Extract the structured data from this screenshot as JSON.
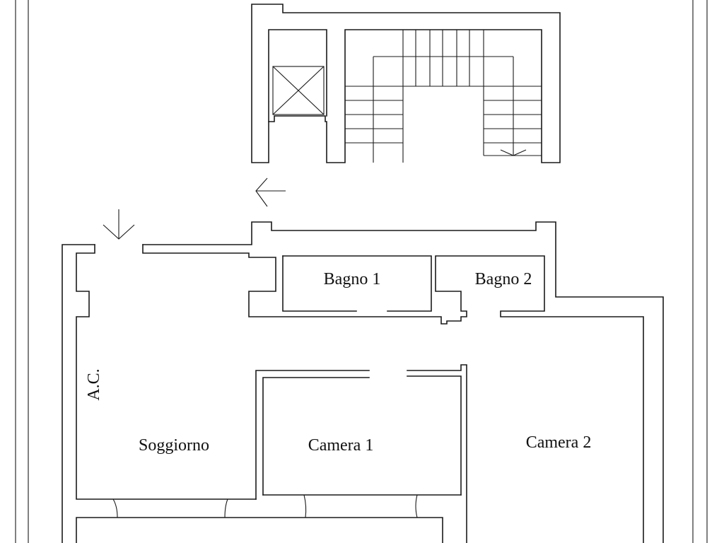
{
  "rooms": {
    "bagno1": "Bagno 1",
    "bagno2": "Bagno 2",
    "soggiorno": "Soggiorno",
    "camera1": "Camera 1",
    "camera2": "Camera 2"
  },
  "annotations": {
    "ac": "A.C."
  },
  "icons": {
    "entry_arrow": "arrow-down-icon",
    "stair_arrow": "arrow-left-icon",
    "stair_direction": "arrow-down-icon"
  },
  "colors": {
    "line": "#1a1a1a",
    "background": "#ffffff"
  }
}
